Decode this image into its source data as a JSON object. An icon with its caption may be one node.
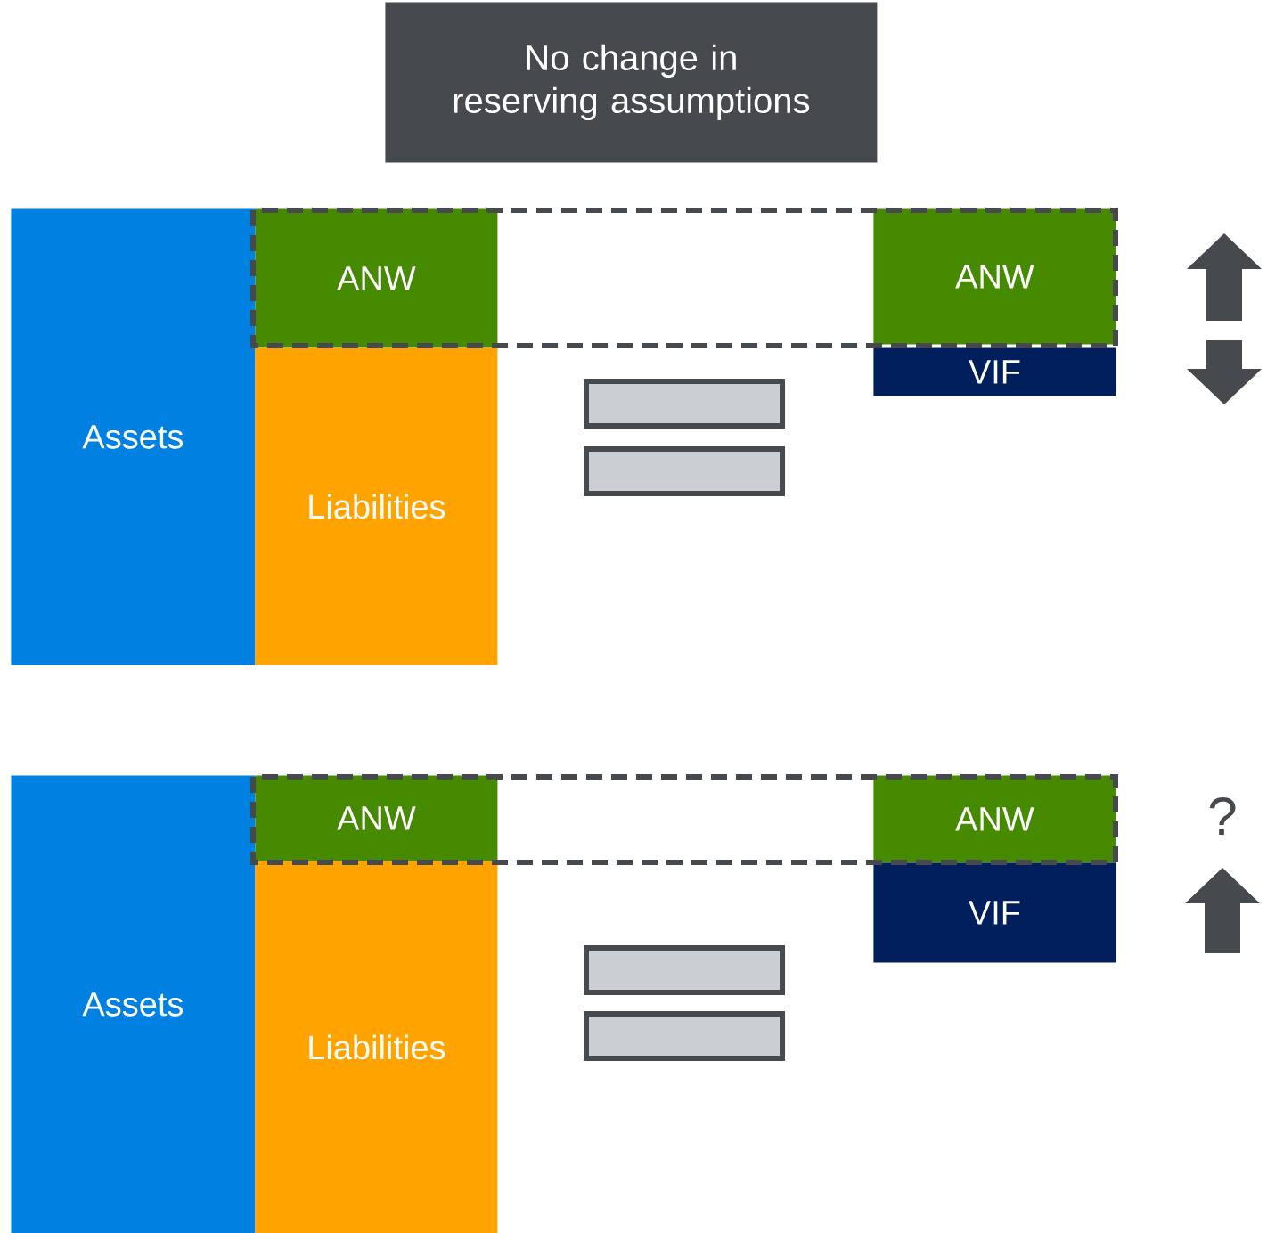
{
  "diagram": {
    "nodes": [
      {
        "text": [
          "No change in reserving assumptions"
        ]
      },
      {
        "text": [
          "Assets"
        ]
      },
      {
        "text": [
          "ANW"
        ]
      },
      {
        "text": [
          "Liabilities"
        ]
      },
      {
        "text": [
          "ANW"
        ]
      },
      {
        "text": [
          "VIF"
        ]
      },
      {
        "text": [
          "Assets"
        ]
      },
      {
        "text": [
          "ANW"
        ]
      },
      {
        "text": [
          "Liabilities"
        ]
      },
      {
        "text": [
          "ANW"
        ]
      },
      {
        "text": [
          "VIF"
        ]
      }
    ],
    "labels": [
      "?"
    ]
  }
}
